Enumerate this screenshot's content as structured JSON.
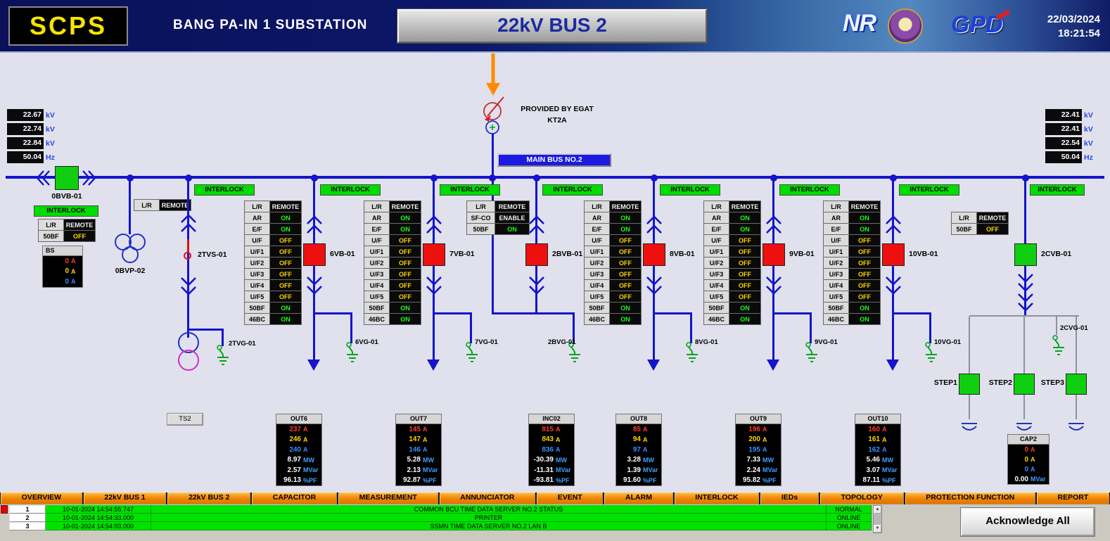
{
  "header": {
    "logo_text": "SCPS",
    "substation_name": "BANG PA-IN 1 SUBSTATION",
    "screen_title": "22kV BUS 2",
    "nr_logo": "NR",
    "gpd_logo": "GPD",
    "date": "22/03/2024",
    "time": "18:21:54"
  },
  "labels": {
    "interlock": "INTERLOCK",
    "main_bus": "MAIN BUS NO.2",
    "provided_by": "PROVIDED BY EGAT",
    "source_name": "KT2A",
    "ts2": "TS2",
    "acknowledge_all": "Acknowledge All"
  },
  "icons": {
    "scroll_up": "▲",
    "scroll_down": "▼"
  },
  "colors": {
    "bus_blue": "#1414cc",
    "status_on": "#1aff1a",
    "status_off": "#ffd400",
    "phase_a_red": "#ff3b30",
    "phase_b_yellow": "#ffd400",
    "phase_c_blue": "#3b8cff",
    "interlock_green": "#00dd00",
    "alarm_green": "#00e300",
    "nav_orange": "#f08200",
    "breaker_closed_red": "#ee0f0f",
    "breaker_open_green": "#10cf10"
  },
  "left_meters": [
    {
      "v": "22.67",
      "u": "kV"
    },
    {
      "v": "22.74",
      "u": "kV"
    },
    {
      "v": "22.84",
      "u": "kV"
    },
    {
      "v": "50.04",
      "u": "Hz"
    }
  ],
  "right_meters": [
    {
      "v": "22.41",
      "u": "kV"
    },
    {
      "v": "22.41",
      "u": "kV"
    },
    {
      "v": "22.54",
      "u": "kV"
    },
    {
      "v": "50.04",
      "u": "Hz"
    }
  ],
  "bays": {
    "coupler": {
      "name": "0BVB-01"
    },
    "bvp": {
      "name": "0BVP-02"
    },
    "tvs": {
      "name": "2TVS-01",
      "ground": "2TVG-01"
    },
    "f6": {
      "name": "6VB-01",
      "ground": "6VG-01"
    },
    "f7": {
      "name": "7VB-01",
      "ground": "7VG-01"
    },
    "inc": {
      "name": "2BVB-01",
      "ground": "2BVG-01"
    },
    "f8": {
      "name": "8VB-01",
      "ground": "8VG-01"
    },
    "f9": {
      "name": "9VB-01",
      "ground": "9VG-01"
    },
    "f10": {
      "name": "10VB-01",
      "ground": "10VG-01"
    },
    "cap": {
      "name": "2CVB-01",
      "ground": "2CVG-01",
      "steps": [
        "STEP1",
        "STEP2",
        "STEP3"
      ]
    }
  },
  "panels": {
    "feeder_rows": [
      {
        "l": "L/R",
        "s": "REMOTE",
        "c": "st-w"
      },
      {
        "l": "AR",
        "s": "ON",
        "c": "st-on"
      },
      {
        "l": "E/F",
        "s": "ON",
        "c": "st-on"
      },
      {
        "l": "U/F",
        "s": "OFF",
        "c": "st-off"
      },
      {
        "l": "U/F1",
        "s": "OFF",
        "c": "st-off"
      },
      {
        "l": "U/F2",
        "s": "OFF",
        "c": "st-off"
      },
      {
        "l": "U/F3",
        "s": "OFF",
        "c": "st-off"
      },
      {
        "l": "U/F4",
        "s": "OFF",
        "c": "st-off"
      },
      {
        "l": "U/F5",
        "s": "OFF",
        "c": "st-off"
      },
      {
        "l": "50BF",
        "s": "ON",
        "c": "st-on"
      },
      {
        "l": "46BC",
        "s": "ON",
        "c": "st-on"
      }
    ],
    "incoming_rows": [
      {
        "l": "L/R",
        "s": "REMOTE",
        "c": "st-w"
      },
      {
        "l": "SF-CO",
        "s": "ENABLE",
        "c": "st-w"
      },
      {
        "l": "50BF",
        "s": "ON",
        "c": "st-on"
      }
    ],
    "coupler_rows": [
      {
        "l": "L/R",
        "s": "REMOTE",
        "c": "st-w"
      },
      {
        "l": "50BF",
        "s": "OFF",
        "c": "st-off"
      }
    ],
    "bvp_rows": [
      {
        "l": "L/R",
        "s": "REMOTE",
        "c": "st-w"
      }
    ],
    "cap_rows": [
      {
        "l": "L/R",
        "s": "REMOTE",
        "c": "st-w"
      },
      {
        "l": "50BF",
        "s": "OFF",
        "c": "st-off"
      }
    ]
  },
  "bs": {
    "title": "BS",
    "rows": [
      {
        "v": "0",
        "u": "A",
        "c": "pa"
      },
      {
        "v": "0",
        "u": "A",
        "c": "pb"
      },
      {
        "v": "0",
        "u": "A",
        "c": "pc"
      }
    ]
  },
  "meters": {
    "out6": {
      "title": "OUT6",
      "rows": [
        {
          "v": "237",
          "u": "A",
          "c": "pa"
        },
        {
          "v": "246",
          "u": "A",
          "c": "pb"
        },
        {
          "v": "240",
          "u": "A",
          "c": "pc"
        },
        {
          "v": "8.97",
          "u": "MW",
          "c": "pw"
        },
        {
          "v": "2.57",
          "u": "MVar",
          "c": "pw"
        },
        {
          "v": "96.13",
          "u": "%PF",
          "c": "pw"
        }
      ]
    },
    "out7": {
      "title": "OUT7",
      "rows": [
        {
          "v": "145",
          "u": "A",
          "c": "pa"
        },
        {
          "v": "147",
          "u": "A",
          "c": "pb"
        },
        {
          "v": "146",
          "u": "A",
          "c": "pc"
        },
        {
          "v": "5.28",
          "u": "MW",
          "c": "pw"
        },
        {
          "v": "2.13",
          "u": "MVar",
          "c": "pw"
        },
        {
          "v": "92.87",
          "u": "%PF",
          "c": "pw"
        }
      ]
    },
    "inc02": {
      "title": "INC02",
      "rows": [
        {
          "v": "815",
          "u": "A",
          "c": "pa"
        },
        {
          "v": "843",
          "u": "A",
          "c": "pb"
        },
        {
          "v": "836",
          "u": "A",
          "c": "pc"
        },
        {
          "v": "-30.39",
          "u": "MW",
          "c": "pw"
        },
        {
          "v": "-11.31",
          "u": "MVar",
          "c": "pw"
        },
        {
          "v": "-93.81",
          "u": "%PF",
          "c": "pw"
        }
      ]
    },
    "out8": {
      "title": "OUT8",
      "rows": [
        {
          "v": "85",
          "u": "A",
          "c": "pa"
        },
        {
          "v": "94",
          "u": "A",
          "c": "pb"
        },
        {
          "v": "97",
          "u": "A",
          "c": "pc"
        },
        {
          "v": "3.28",
          "u": "MW",
          "c": "pw"
        },
        {
          "v": "1.39",
          "u": "MVar",
          "c": "pw"
        },
        {
          "v": "91.60",
          "u": "%PF",
          "c": "pw"
        }
      ]
    },
    "out9": {
      "title": "OUT9",
      "rows": [
        {
          "v": "196",
          "u": "A",
          "c": "pa"
        },
        {
          "v": "200",
          "u": "A",
          "c": "pb"
        },
        {
          "v": "195",
          "u": "A",
          "c": "pc"
        },
        {
          "v": "7.33",
          "u": "MW",
          "c": "pw"
        },
        {
          "v": "2.24",
          "u": "MVar",
          "c": "pw"
        },
        {
          "v": "95.82",
          "u": "%PF",
          "c": "pw"
        }
      ]
    },
    "out10": {
      "title": "OUT10",
      "rows": [
        {
          "v": "160",
          "u": "A",
          "c": "pa"
        },
        {
          "v": "161",
          "u": "A",
          "c": "pb"
        },
        {
          "v": "162",
          "u": "A",
          "c": "pc"
        },
        {
          "v": "5.46",
          "u": "MW",
          "c": "pw"
        },
        {
          "v": "3.07",
          "u": "MVar",
          "c": "pw"
        },
        {
          "v": "87.11",
          "u": "%PF",
          "c": "pw"
        }
      ]
    },
    "cap2": {
      "title": "CAP2",
      "rows": [
        {
          "v": "0",
          "u": "A",
          "c": "pa"
        },
        {
          "v": "0",
          "u": "A",
          "c": "pb"
        },
        {
          "v": "0",
          "u": "A",
          "c": "pc"
        },
        {
          "v": "0.00",
          "u": "MVar",
          "c": "pw"
        }
      ]
    }
  },
  "nav": [
    "OVERVIEW",
    "22kV BUS 1",
    "22kV BUS 2",
    "CAPACITOR",
    "MEASUREMENT",
    "ANNUNCIATOR",
    "EVENT",
    "ALARM",
    "INTERLOCK",
    "IEDs",
    "TOPOLOGY",
    "PROTECTION FUNCTION",
    "REPORT"
  ],
  "alarms": [
    {
      "n": "1",
      "t": "10-01-2024 14:54:55.747",
      "m": "COMMON BCU TIME DATA SERVER NO.2 STATUS",
      "s": "NORMAL"
    },
    {
      "n": "2",
      "t": "10-01-2024 14:54:33.000",
      "m": "PRINTER",
      "s": "ONLINE"
    },
    {
      "n": "3",
      "t": "10-01-2024 14:54:03.000",
      "m": "SSMN TIME DATA SERVER NO.2 LAN B",
      "s": "ONLINE"
    }
  ]
}
